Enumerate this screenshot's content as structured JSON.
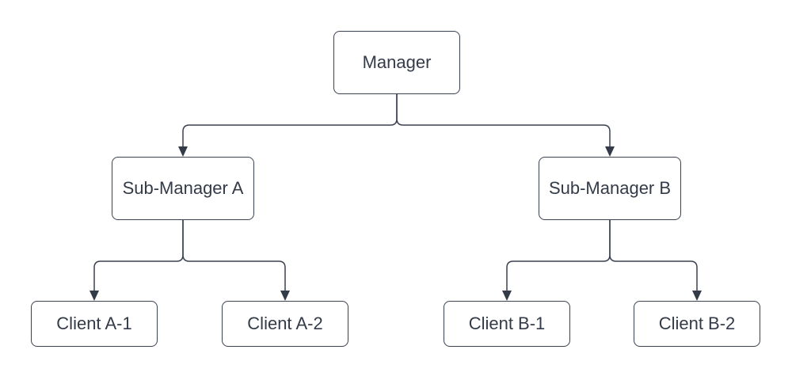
{
  "diagram": {
    "type": "org-chart",
    "background_color": "#ffffff",
    "node_fill_color": "#ffffff",
    "node_border_color": "#3a4150",
    "connector_color": "#3a4150",
    "text_color": "#343b48",
    "connector_style": "orthogonal-rounded",
    "arrow_style": "filled-triangle",
    "nodes": [
      {
        "id": "manager",
        "label": "Manager",
        "level": 1
      },
      {
        "id": "sub-manager-a",
        "label": "Sub-Manager A",
        "level": 2
      },
      {
        "id": "sub-manager-b",
        "label": "Sub-Manager B",
        "level": 2
      },
      {
        "id": "client-a1",
        "label": "Client A-1",
        "level": 3
      },
      {
        "id": "client-a2",
        "label": "Client A-2",
        "level": 3
      },
      {
        "id": "client-b1",
        "label": "Client B-1",
        "level": 3
      },
      {
        "id": "client-b2",
        "label": "Client B-2",
        "level": 3
      }
    ],
    "edges": [
      {
        "from": "Manager",
        "to": "Sub-Manager A"
      },
      {
        "from": "Manager",
        "to": "Sub-Manager B"
      },
      {
        "from": "Sub-Manager A",
        "to": "Client A-1"
      },
      {
        "from": "Sub-Manager A",
        "to": "Client A-2"
      },
      {
        "from": "Sub-Manager B",
        "to": "Client B-1"
      },
      {
        "from": "Sub-Manager B",
        "to": "Client B-2"
      }
    ]
  }
}
